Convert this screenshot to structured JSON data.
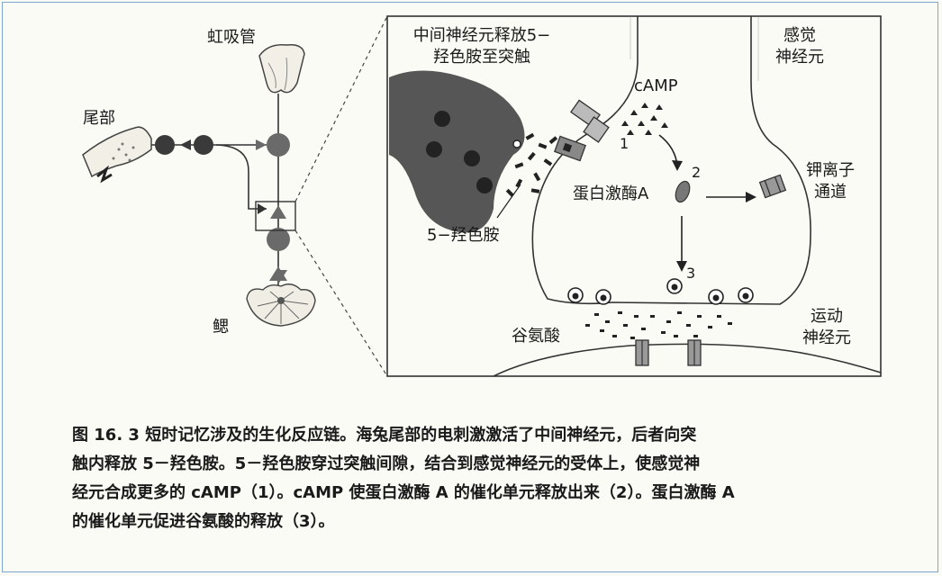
{
  "labels": {
    "siphon": "虹吸管",
    "tail": "尾部",
    "gill": "鳃",
    "interneuron_release": "中间神经元释放5−",
    "interneuron_release_2": "羟色胺至突触",
    "sensory_neuron": "感觉",
    "sensory_neuron_2": "神经元",
    "camp": "cAMP",
    "step1": "1",
    "step2": "2",
    "step3": "3",
    "pka": "蛋白激酶A",
    "k_channel": "钾离子",
    "k_channel_2": "通道",
    "serotonin": "5−羟色胺",
    "glutamate": "谷氨酸",
    "motor_neuron": "运动",
    "motor_neuron_2": "神经元"
  },
  "caption": {
    "line1": "图 16. 3    短时记忆涉及的生化反应链。海兔尾部的电刺激激活了中间神经元，后者向突",
    "line2": "触内释放 5－羟色胺。5－羟色胺穿过突触间隙，结合到感觉神经元的受体上，使感觉神",
    "line3": "经元合成更多的 cAMP（1）。cAMP 使蛋白激酶 A 的催化单元释放出来（2）。蛋白激酶 A",
    "line4": "的催化单元促进谷氨酸的释放（3）。"
  },
  "colors": {
    "border": "#7fa6cf",
    "neuron_fill": "#555555",
    "terminal_fill": "#5a5a5a",
    "ink": "#1a1a1a"
  }
}
